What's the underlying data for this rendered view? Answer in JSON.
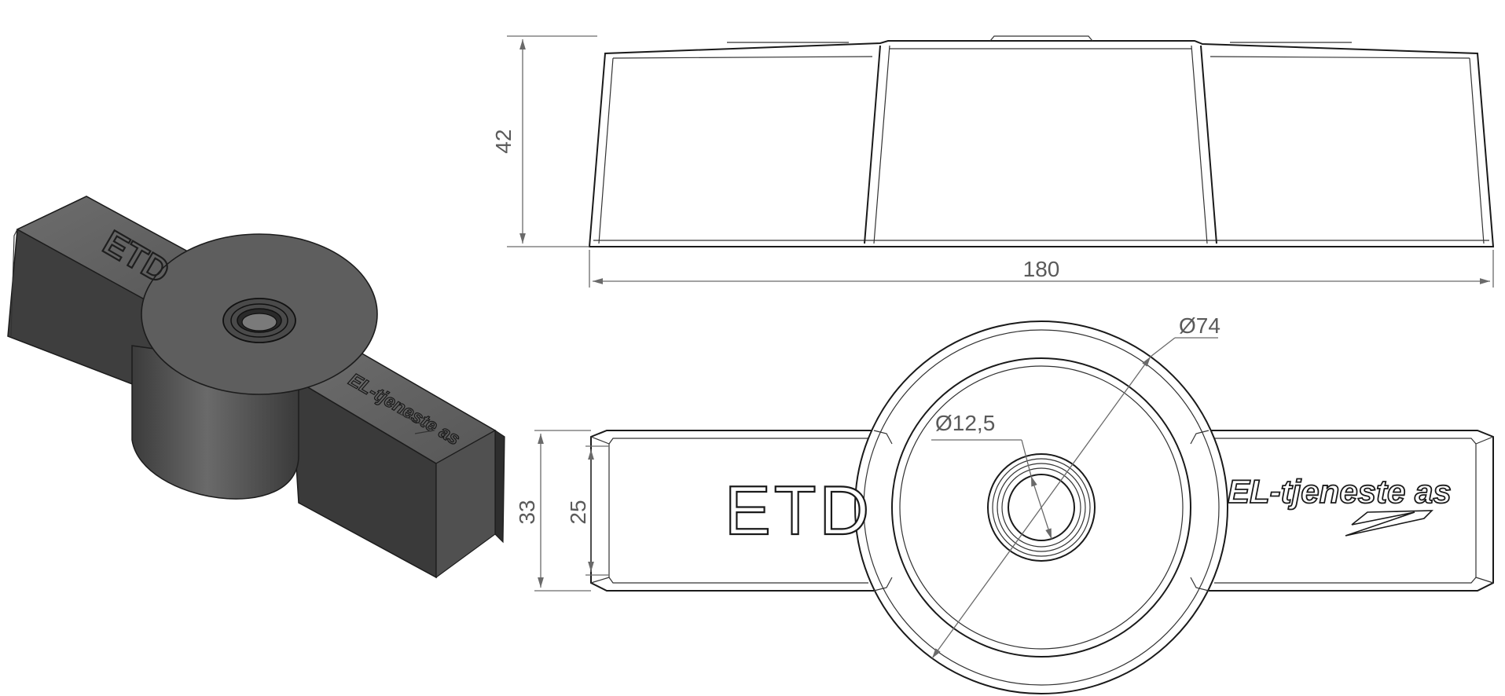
{
  "dimensions": {
    "height": "42",
    "length": "180",
    "outer_width": "33",
    "inner_width": "25",
    "hub_diameter": "Ø74",
    "hole_diameter": "Ø12,5"
  },
  "markings": {
    "etd_label": "ETD",
    "logo_text": "EL-tjeneste as"
  },
  "colors": {
    "line": "#1a1a1a",
    "dimension": "#6a6a6a",
    "part_shade": "#4a4a4a"
  }
}
